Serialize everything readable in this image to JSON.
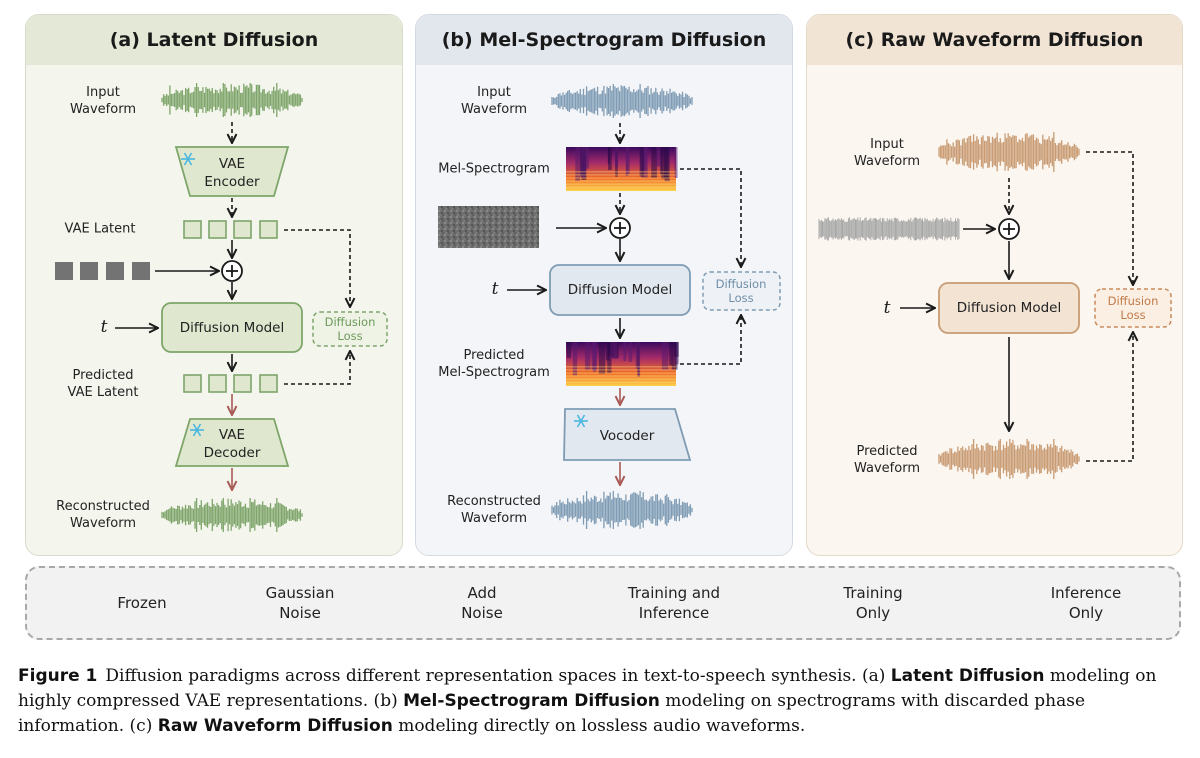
{
  "panels": {
    "a": {
      "title": "(a) Latent Diffusion",
      "input_waveform": "Input\nWaveform",
      "vae_encoder": "VAE\nEncoder",
      "vae_latent": "VAE Latent",
      "t": "t",
      "diffusion_model": "Diffusion Model",
      "diffusion_loss": "Diffusion\nLoss",
      "predicted_vae_latent": "Predicted\nVAE Latent",
      "vae_decoder": "VAE\nDecoder",
      "reconstructed_waveform": "Reconstructed\nWaveform"
    },
    "b": {
      "title": "(b) Mel-Spectrogram Diffusion",
      "input_waveform": "Input\nWaveform",
      "mel_spectrogram": "Mel-Spectrogram",
      "t": "t",
      "diffusion_model": "Diffusion Model",
      "diffusion_loss": "Diffusion\nLoss",
      "predicted_mel": "Predicted\nMel-Spectrogram",
      "vocoder": "Vocoder",
      "reconstructed_waveform": "Reconstructed\nWaveform"
    },
    "c": {
      "title": "(c) Raw Waveform Diffusion",
      "input_waveform": "Input\nWaveform",
      "t": "t",
      "diffusion_model": "Diffusion Model",
      "diffusion_loss": "Diffusion\nLoss",
      "predicted_waveform": "Predicted\nWaveform"
    }
  },
  "legend": {
    "frozen": "Frozen",
    "gaussian_noise": "Gaussian\nNoise",
    "add_noise": "Add\nNoise",
    "training_and_inference": "Training and\nInference",
    "training_only": "Training\nOnly",
    "inference_only": "Inference\nOnly"
  },
  "caption": {
    "lead": "Figure 1",
    "p1": "Diffusion paradigms across different representation spaces in text-to-speech synthesis. (a) ",
    "b1": "Latent Diffusion",
    "p2": " modeling on highly compressed VAE representations. (b) ",
    "b2": "Mel-Spectrogram Diffusion",
    "p3": " modeling on spectrograms with discarded phase information. (c) ",
    "b3": "Raw Waveform Diffusion",
    "p4": " modeling directly on lossless audio waveforms."
  },
  "colors": {
    "panel_a_accent": "#7ea56a",
    "panel_b_accent": "#7f9cb4",
    "panel_c_accent": "#c99c74",
    "panel_c_loss": "#c78a5a",
    "inference_arrow": "#a85a55",
    "frozen_icon": "#4ab7e0"
  }
}
